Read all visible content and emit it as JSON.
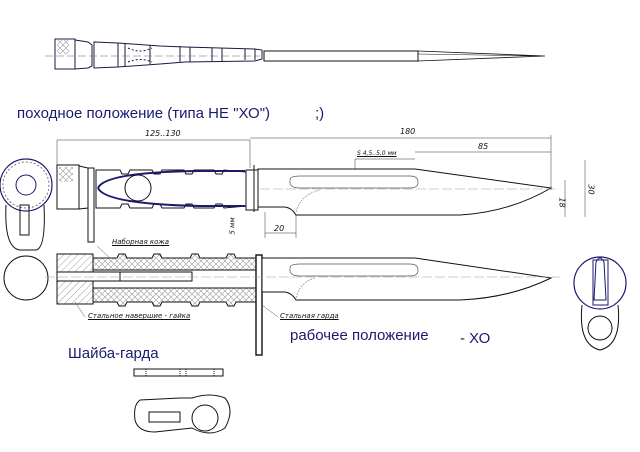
{
  "title_stowed": "походное положение  (типа НЕ \"ХО\")",
  "title_stowed_smile": ";)",
  "title_working": "рабочее положение",
  "title_working_suffix": "- ХО",
  "title_washer": "Шайба-гарда",
  "dimensions": {
    "handle_length": "125..130",
    "blade_length": "180",
    "blade_edge": "85",
    "thickness": "S 4,5..5,0 мм",
    "ricasso": "20",
    "blade_width": "30",
    "tip_height": "18",
    "gap": "5 мм"
  },
  "notes": {
    "leather": "Наборная кожа",
    "pommel_nut": "Стальное навершие - гайка",
    "guard": "Стальная гарда"
  },
  "colors": {
    "outline": "#111111",
    "ink_blue": "#1a1a6e",
    "hatch": "#888888"
  }
}
